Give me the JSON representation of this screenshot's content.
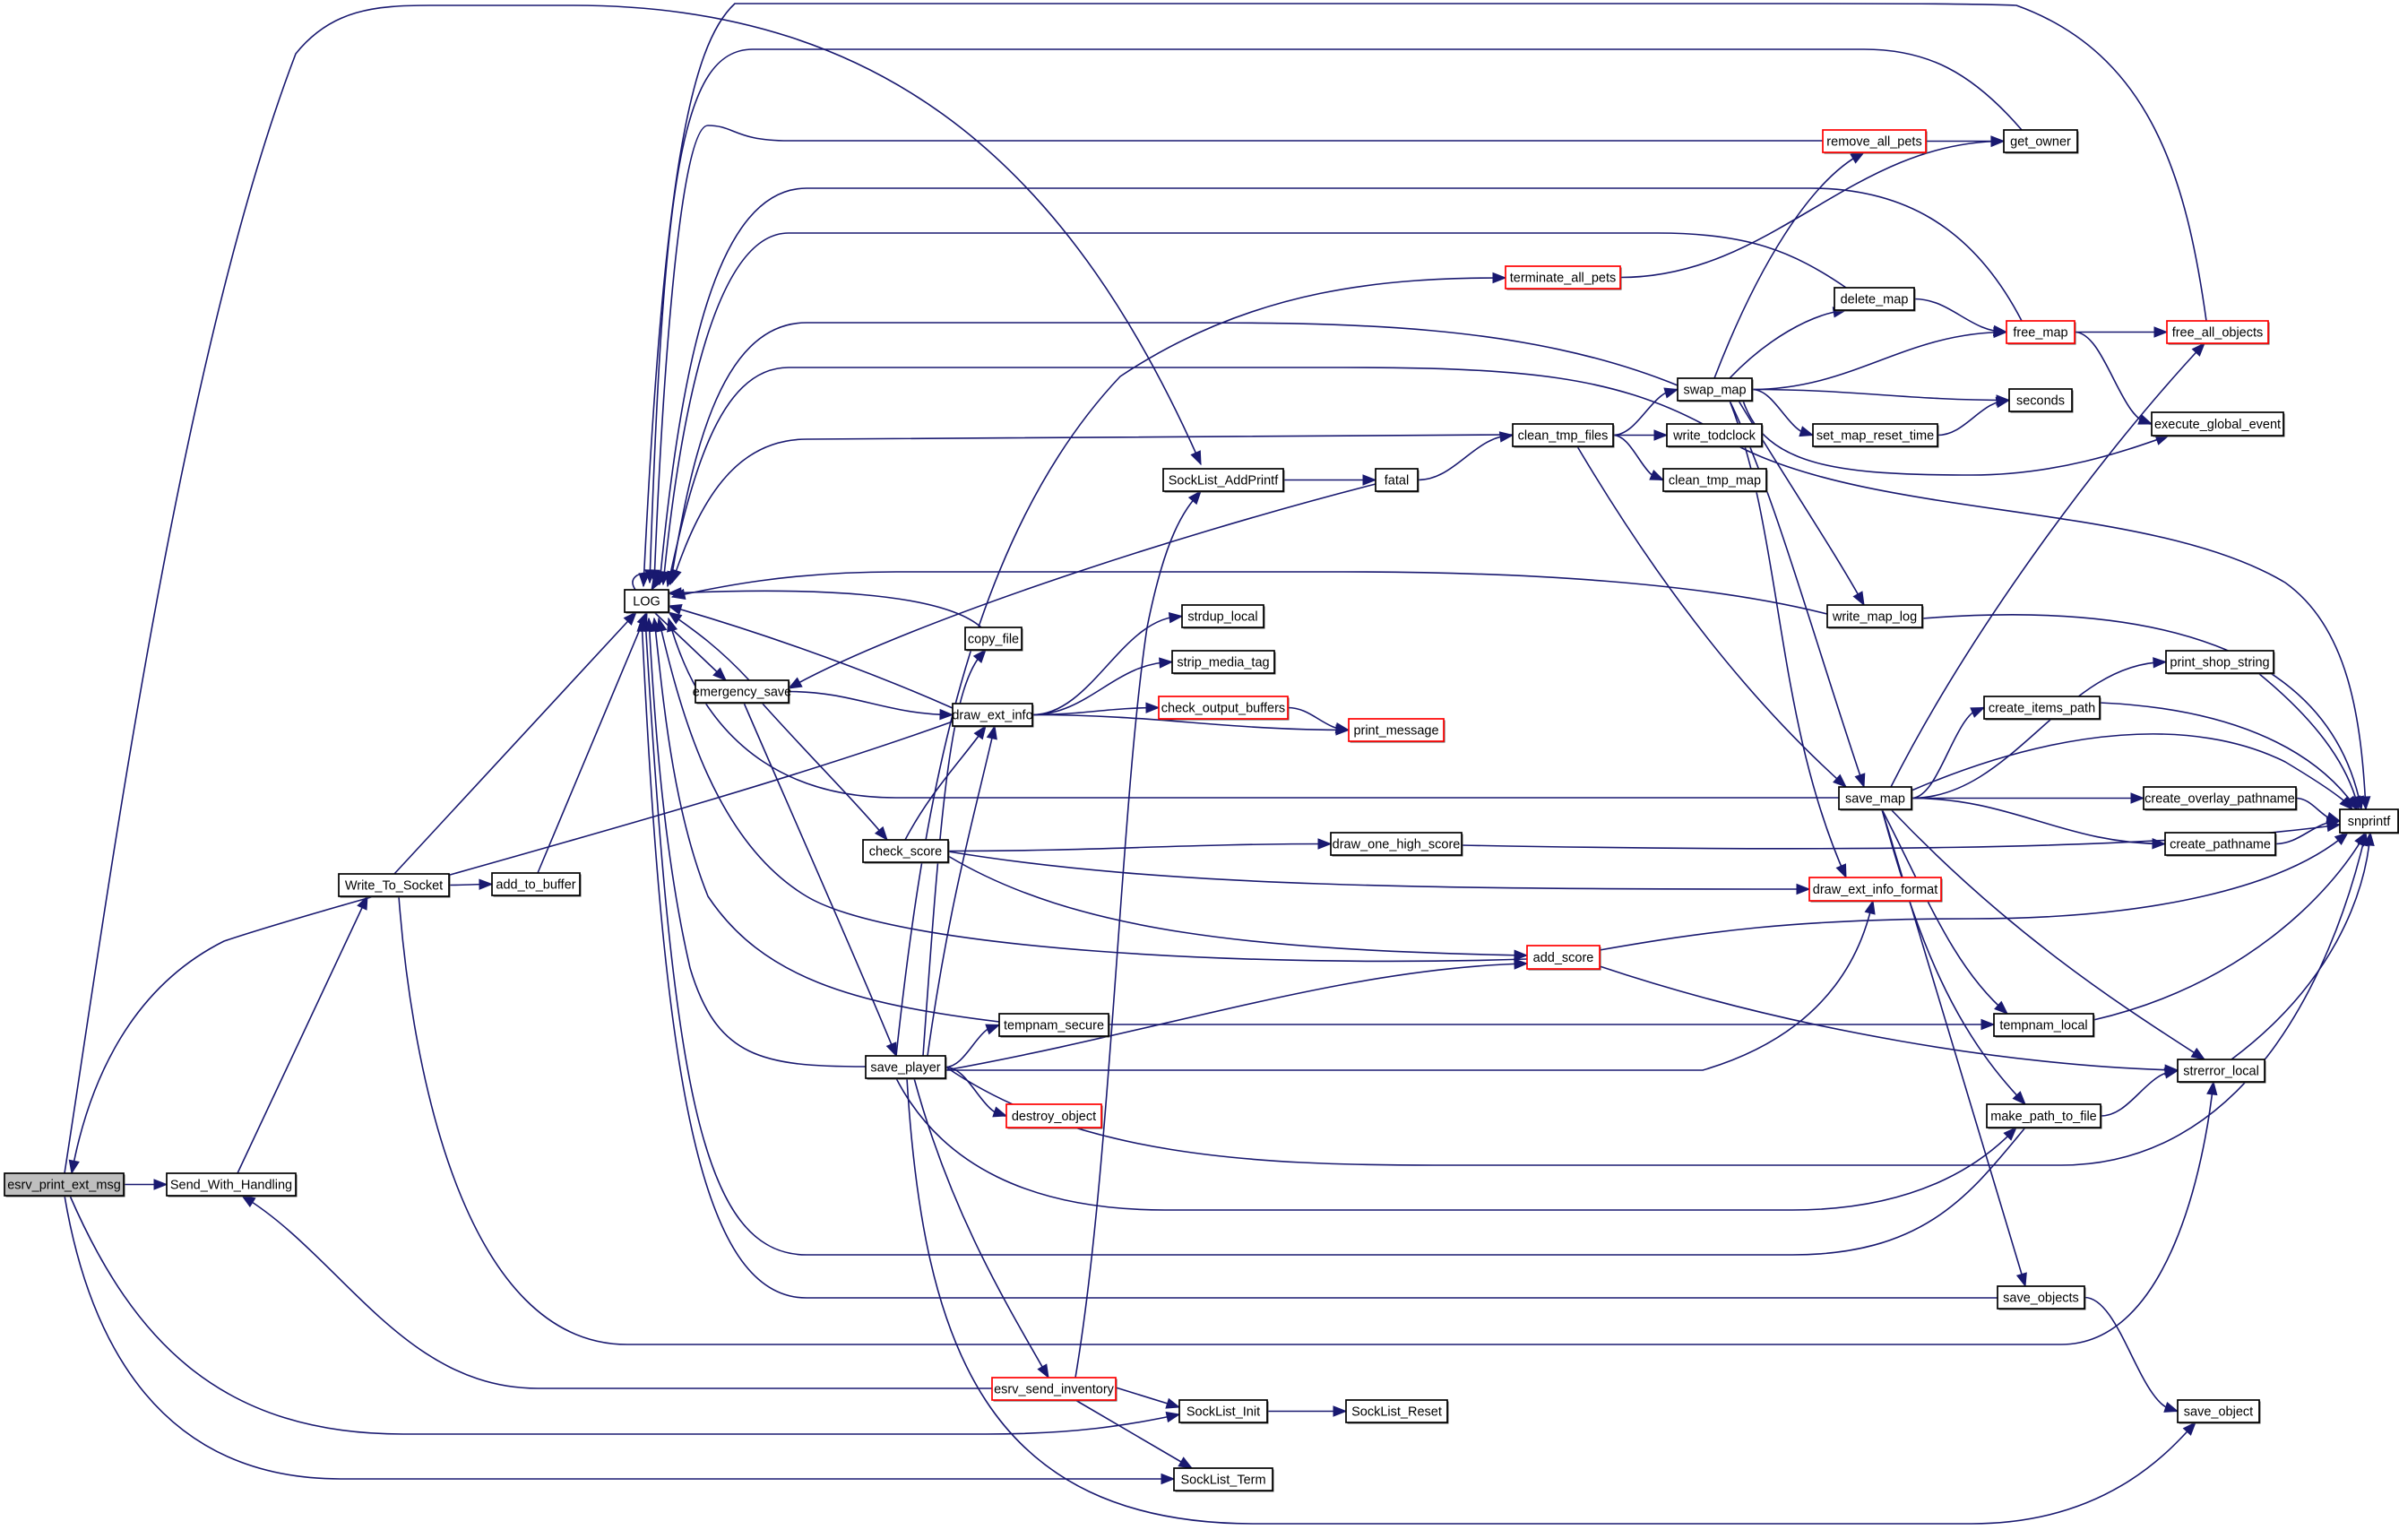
{
  "graph": {
    "title_node": "esrv_print_ext_msg",
    "colors": {
      "edge": "#191970",
      "node_border": "#000000",
      "node_border_incomplete": "#ff0000",
      "root_fill": "#bfbfbf",
      "node_fill": "#ffffff"
    },
    "nodes": [
      {
        "id": "esrv_print_ext_msg",
        "label": "esrv_print_ext_msg",
        "style": "root"
      },
      {
        "id": "Send_With_Handling",
        "label": "Send_With_Handling",
        "style": "normal"
      },
      {
        "id": "Write_To_Socket",
        "label": "Write_To_Socket",
        "style": "normal"
      },
      {
        "id": "add_to_buffer",
        "label": "add_to_buffer",
        "style": "normal"
      },
      {
        "id": "LOG",
        "label": "LOG",
        "style": "normal"
      },
      {
        "id": "emergency_save",
        "label": "emergency_save",
        "style": "normal"
      },
      {
        "id": "check_score",
        "label": "check_score",
        "style": "normal"
      },
      {
        "id": "save_player",
        "label": "save_player",
        "style": "normal"
      },
      {
        "id": "copy_file",
        "label": "copy_file",
        "style": "normal"
      },
      {
        "id": "draw_ext_info",
        "label": "draw_ext_info",
        "style": "normal"
      },
      {
        "id": "tempnam_secure",
        "label": "tempnam_secure",
        "style": "normal"
      },
      {
        "id": "destroy_object",
        "label": "destroy_object",
        "style": "incomplete"
      },
      {
        "id": "esrv_send_inventory",
        "label": "esrv_send_inventory",
        "style": "incomplete"
      },
      {
        "id": "SockList_AddPrintf",
        "label": "SockList_AddPrintf",
        "style": "normal"
      },
      {
        "id": "fatal",
        "label": "fatal",
        "style": "normal"
      },
      {
        "id": "strdup_local",
        "label": "strdup_local",
        "style": "normal"
      },
      {
        "id": "strip_media_tag",
        "label": "strip_media_tag",
        "style": "normal"
      },
      {
        "id": "check_output_buffers",
        "label": "check_output_buffers",
        "style": "incomplete"
      },
      {
        "id": "print_message",
        "label": "print_message",
        "style": "incomplete"
      },
      {
        "id": "draw_one_high_score",
        "label": "draw_one_high_score",
        "style": "normal"
      },
      {
        "id": "add_score",
        "label": "add_score",
        "style": "incomplete"
      },
      {
        "id": "SockList_Init",
        "label": "SockList_Init",
        "style": "normal"
      },
      {
        "id": "SockList_Reset",
        "label": "SockList_Reset",
        "style": "normal"
      },
      {
        "id": "SockList_Term",
        "label": "SockList_Term",
        "style": "normal"
      },
      {
        "id": "terminate_all_pets",
        "label": "terminate_all_pets",
        "style": "incomplete"
      },
      {
        "id": "clean_tmp_files",
        "label": "clean_tmp_files",
        "style": "normal"
      },
      {
        "id": "write_todclock",
        "label": "write_todclock",
        "style": "normal"
      },
      {
        "id": "clean_tmp_map",
        "label": "clean_tmp_map",
        "style": "normal"
      },
      {
        "id": "swap_map",
        "label": "swap_map",
        "style": "normal"
      },
      {
        "id": "remove_all_pets",
        "label": "remove_all_pets",
        "style": "incomplete"
      },
      {
        "id": "get_owner",
        "label": "get_owner",
        "style": "normal"
      },
      {
        "id": "delete_map",
        "label": "delete_map",
        "style": "normal"
      },
      {
        "id": "free_map",
        "label": "free_map",
        "style": "incomplete"
      },
      {
        "id": "free_all_objects",
        "label": "free_all_objects",
        "style": "incomplete"
      },
      {
        "id": "seconds",
        "label": "seconds",
        "style": "normal"
      },
      {
        "id": "set_map_reset_time",
        "label": "set_map_reset_time",
        "style": "normal"
      },
      {
        "id": "execute_global_event",
        "label": "execute_global_event",
        "style": "normal"
      },
      {
        "id": "write_map_log",
        "label": "write_map_log",
        "style": "normal"
      },
      {
        "id": "save_map",
        "label": "save_map",
        "style": "normal"
      },
      {
        "id": "draw_ext_info_format",
        "label": "draw_ext_info_format",
        "style": "incomplete"
      },
      {
        "id": "print_shop_string",
        "label": "print_shop_string",
        "style": "normal"
      },
      {
        "id": "create_items_path",
        "label": "create_items_path",
        "style": "normal"
      },
      {
        "id": "create_overlay_pathname",
        "label": "create_overlay_pathname",
        "style": "normal"
      },
      {
        "id": "create_pathname",
        "label": "create_pathname",
        "style": "normal"
      },
      {
        "id": "snprintf",
        "label": "snprintf",
        "style": "normal"
      },
      {
        "id": "tempnam_local",
        "label": "tempnam_local",
        "style": "normal"
      },
      {
        "id": "strerror_local",
        "label": "strerror_local",
        "style": "normal"
      },
      {
        "id": "make_path_to_file",
        "label": "make_path_to_file",
        "style": "normal"
      },
      {
        "id": "save_objects",
        "label": "save_objects",
        "style": "normal"
      },
      {
        "id": "save_object",
        "label": "save_object",
        "style": "normal"
      }
    ],
    "edges": [
      [
        "esrv_print_ext_msg",
        "Send_With_Handling"
      ],
      [
        "esrv_print_ext_msg",
        "SockList_AddPrintf"
      ],
      [
        "esrv_print_ext_msg",
        "SockList_Init"
      ],
      [
        "esrv_print_ext_msg",
        "SockList_Term"
      ],
      [
        "draw_ext_info",
        "esrv_print_ext_msg"
      ],
      [
        "Send_With_Handling",
        "Write_To_Socket"
      ],
      [
        "Write_To_Socket",
        "LOG"
      ],
      [
        "Write_To_Socket",
        "add_to_buffer"
      ],
      [
        "Write_To_Socket",
        "strerror_local"
      ],
      [
        "add_to_buffer",
        "LOG"
      ],
      [
        "LOG",
        "LOG"
      ],
      [
        "LOG",
        "emergency_save"
      ],
      [
        "emergency_save",
        "LOG"
      ],
      [
        "emergency_save",
        "draw_ext_info"
      ],
      [
        "emergency_save",
        "check_score"
      ],
      [
        "emergency_save",
        "save_player"
      ],
      [
        "fatal",
        "emergency_save"
      ],
      [
        "fatal",
        "clean_tmp_files"
      ],
      [
        "SockList_AddPrintf",
        "fatal"
      ],
      [
        "clean_tmp_files",
        "LOG"
      ],
      [
        "clean_tmp_files",
        "swap_map"
      ],
      [
        "clean_tmp_files",
        "write_todclock"
      ],
      [
        "clean_tmp_files",
        "clean_tmp_map"
      ],
      [
        "clean_tmp_files",
        "save_map"
      ],
      [
        "swap_map",
        "LOG"
      ],
      [
        "swap_map",
        "remove_all_pets"
      ],
      [
        "swap_map",
        "delete_map"
      ],
      [
        "swap_map",
        "free_map"
      ],
      [
        "swap_map",
        "seconds"
      ],
      [
        "swap_map",
        "set_map_reset_time"
      ],
      [
        "swap_map",
        "execute_global_event"
      ],
      [
        "swap_map",
        "write_map_log"
      ],
      [
        "swap_map",
        "save_map"
      ],
      [
        "swap_map",
        "draw_ext_info_format"
      ],
      [
        "write_todclock",
        "LOG"
      ],
      [
        "write_todclock",
        "snprintf"
      ],
      [
        "remove_all_pets",
        "LOG"
      ],
      [
        "remove_all_pets",
        "get_owner"
      ],
      [
        "terminate_all_pets",
        "get_owner"
      ],
      [
        "get_owner",
        "LOG"
      ],
      [
        "delete_map",
        "LOG"
      ],
      [
        "delete_map",
        "free_map"
      ],
      [
        "free_map",
        "LOG"
      ],
      [
        "free_map",
        "free_all_objects"
      ],
      [
        "free_map",
        "execute_global_event"
      ],
      [
        "free_all_objects",
        "LOG"
      ],
      [
        "set_map_reset_time",
        "seconds"
      ],
      [
        "write_map_log",
        "LOG"
      ],
      [
        "write_map_log",
        "snprintf"
      ],
      [
        "copy_file",
        "LOG"
      ],
      [
        "draw_ext_info",
        "LOG"
      ],
      [
        "draw_ext_info",
        "strdup_local"
      ],
      [
        "draw_ext_info",
        "strip_media_tag"
      ],
      [
        "draw_ext_info",
        "check_output_buffers"
      ],
      [
        "draw_ext_info",
        "print_message"
      ],
      [
        "check_output_buffers",
        "print_message"
      ],
      [
        "check_score",
        "draw_ext_info"
      ],
      [
        "check_score",
        "draw_one_high_score"
      ],
      [
        "check_score",
        "draw_ext_info_format"
      ],
      [
        "check_score",
        "add_score"
      ],
      [
        "draw_one_high_score",
        "snprintf"
      ],
      [
        "save_map",
        "LOG"
      ],
      [
        "save_map",
        "free_all_objects"
      ],
      [
        "save_map",
        "print_shop_string"
      ],
      [
        "save_map",
        "create_items_path"
      ],
      [
        "save_map",
        "snprintf"
      ],
      [
        "save_map",
        "create_overlay_pathname"
      ],
      [
        "save_map",
        "create_pathname"
      ],
      [
        "save_map",
        "tempnam_local"
      ],
      [
        "save_map",
        "make_path_to_file"
      ],
      [
        "save_map",
        "strerror_local"
      ],
      [
        "save_map",
        "save_objects"
      ],
      [
        "print_shop_string",
        "snprintf"
      ],
      [
        "create_items_path",
        "snprintf"
      ],
      [
        "create_overlay_pathname",
        "snprintf"
      ],
      [
        "create_pathname",
        "snprintf"
      ],
      [
        "add_score",
        "LOG"
      ],
      [
        "add_score",
        "snprintf"
      ],
      [
        "add_score",
        "strerror_local"
      ],
      [
        "tempnam_secure",
        "LOG"
      ],
      [
        "tempnam_secure",
        "tempnam_local"
      ],
      [
        "tempnam_local",
        "snprintf"
      ],
      [
        "strerror_local",
        "snprintf"
      ],
      [
        "make_path_to_file",
        "strerror_local"
      ],
      [
        "make_path_to_file",
        "LOG"
      ],
      [
        "save_player",
        "LOG"
      ],
      [
        "save_player",
        "terminate_all_pets"
      ],
      [
        "save_player",
        "copy_file"
      ],
      [
        "save_player",
        "draw_ext_info"
      ],
      [
        "save_player",
        "tempnam_secure"
      ],
      [
        "save_player",
        "draw_ext_info_format"
      ],
      [
        "save_player",
        "destroy_object"
      ],
      [
        "save_player",
        "snprintf"
      ],
      [
        "save_player",
        "make_path_to_file"
      ],
      [
        "save_player",
        "esrv_send_inventory"
      ],
      [
        "save_player",
        "save_object"
      ],
      [
        "save_player",
        "add_score"
      ],
      [
        "save_objects",
        "LOG"
      ],
      [
        "save_objects",
        "save_object"
      ],
      [
        "esrv_send_inventory",
        "Send_With_Handling"
      ],
      [
        "esrv_send_inventory",
        "SockList_AddPrintf"
      ],
      [
        "esrv_send_inventory",
        "SockList_Init"
      ],
      [
        "esrv_send_inventory",
        "SockList_Term"
      ],
      [
        "SockList_Init",
        "SockList_Reset"
      ]
    ]
  }
}
